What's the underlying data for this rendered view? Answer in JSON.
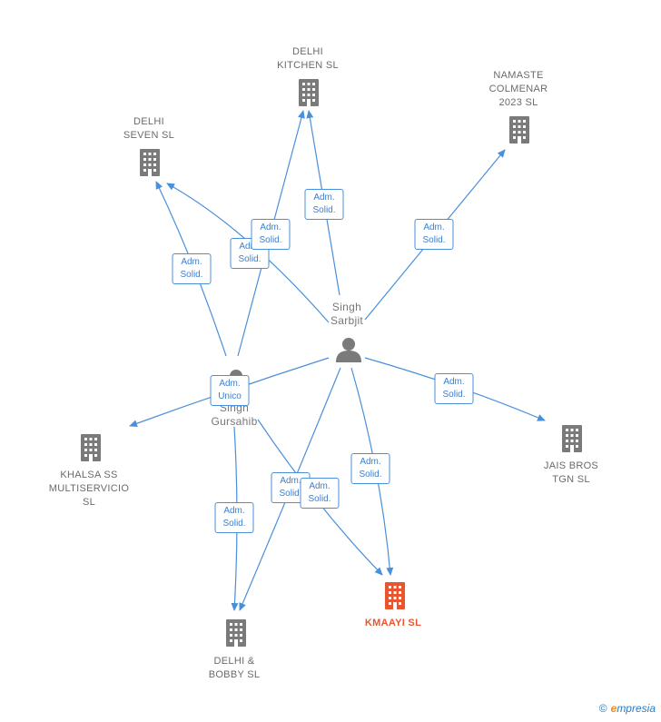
{
  "colors": {
    "edge": "#4a8fdc",
    "company_icon": "#7a7a7a",
    "target_icon": "#e8552f",
    "person_icon": "#7a7a7a"
  },
  "nodes": [
    {
      "id": "delhi_kitchen",
      "kind": "company",
      "label": "DELHI\nKITCHEN  SL"
    },
    {
      "id": "namaste",
      "kind": "company",
      "label": "NAMASTE\nCOLMENAR\n2023  SL"
    },
    {
      "id": "delhi_seven",
      "kind": "company",
      "label": "DELHI\nSEVEN  SL"
    },
    {
      "id": "singh_sarbjit",
      "kind": "person",
      "label": "Singh\nSarbjit"
    },
    {
      "id": "singh_gursahib",
      "kind": "person",
      "label": "Singh\nGursahib"
    },
    {
      "id": "khalsa",
      "kind": "company",
      "label": "KHALSA SS\nMULTISERVICIO\nSL"
    },
    {
      "id": "jais",
      "kind": "company",
      "label": "JAIS BROS\nTGN  SL"
    },
    {
      "id": "kmaayi",
      "kind": "target",
      "label": "KMAAYI  SL"
    },
    {
      "id": "delhi_bobby",
      "kind": "company",
      "label": "DELHI &\nBOBBY  SL"
    }
  ],
  "relations": [
    {
      "id": "r1",
      "from": "singh_sarbjit",
      "to": "delhi_kitchen",
      "label": "Adm.\nSolid."
    },
    {
      "id": "r2",
      "from": "singh_sarbjit",
      "to": "namaste",
      "label": "Adm.\nSolid."
    },
    {
      "id": "r3",
      "from": "singh_sarbjit",
      "to": "delhi_seven",
      "label": "Adm.\nSolid."
    },
    {
      "id": "r4",
      "from": "singh_gursahib",
      "to": "delhi_kitchen",
      "label": "Adm.\nSolid."
    },
    {
      "id": "r5",
      "from": "singh_gursahib",
      "to": "delhi_seven",
      "label": "Adm.\nSolid."
    },
    {
      "id": "r6",
      "from": "singh_sarbjit",
      "to": "khalsa",
      "label": "Adm.\nUnico"
    },
    {
      "id": "r7",
      "from": "singh_sarbjit",
      "to": "jais",
      "label": "Adm.\nSolid."
    },
    {
      "id": "r8",
      "from": "singh_sarbjit",
      "to": "kmaayi",
      "label": "Adm.\nSolid."
    },
    {
      "id": "r9",
      "from": "singh_sarbjit",
      "to": "delhi_bobby",
      "label": "Adm.\nSolid."
    },
    {
      "id": "r10",
      "from": "singh_gursahib",
      "to": "kmaayi",
      "label": "Adm.\nSolid."
    },
    {
      "id": "r11",
      "from": "singh_gursahib",
      "to": "delhi_bobby",
      "label": "Adm.\nSolid."
    }
  ],
  "brand": {
    "copyright": "©",
    "e": "e",
    "rest": "mpresia"
  }
}
